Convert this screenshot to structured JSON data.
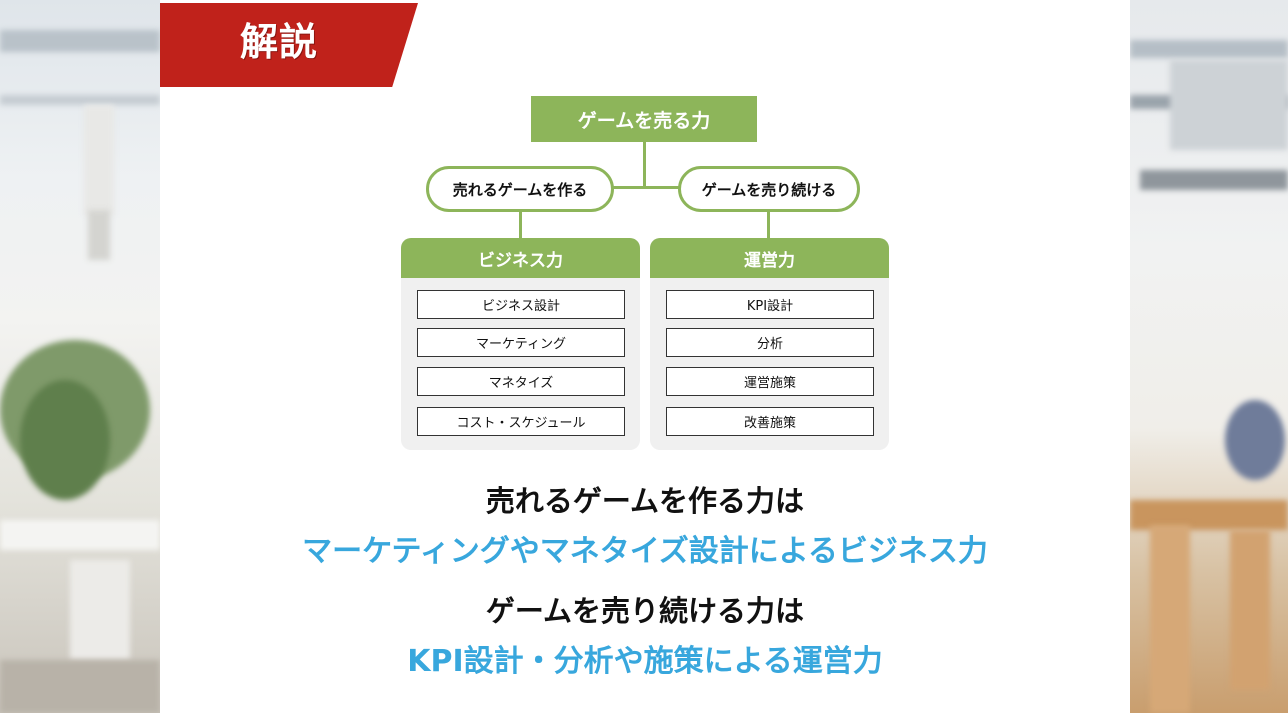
{
  "header": {
    "title": "解説"
  },
  "diagram": {
    "root": "ゲームを売る力",
    "branches": [
      {
        "label": "売れるゲームを作る"
      },
      {
        "label": "ゲームを売り続ける"
      }
    ],
    "panels": [
      {
        "title": "ビジネス力",
        "items": [
          "ビジネス設計",
          "マーケティング",
          "マネタイズ",
          "コスト・スケジュール"
        ]
      },
      {
        "title": "運営力",
        "items": [
          "KPI設計",
          "分析",
          "運営施策",
          "改善施策"
        ]
      }
    ]
  },
  "summary": {
    "line1": "売れるゲームを作る力は",
    "line2": "マーケティングやマネタイズ設計によるビジネス力",
    "line3": "ゲームを売り続ける力は",
    "line4": "KPI設計・分析や施策による運営力"
  },
  "colors": {
    "banner": "#c0221b",
    "diagram_green": "#8db55a",
    "highlight_blue": "#38a7dd"
  }
}
